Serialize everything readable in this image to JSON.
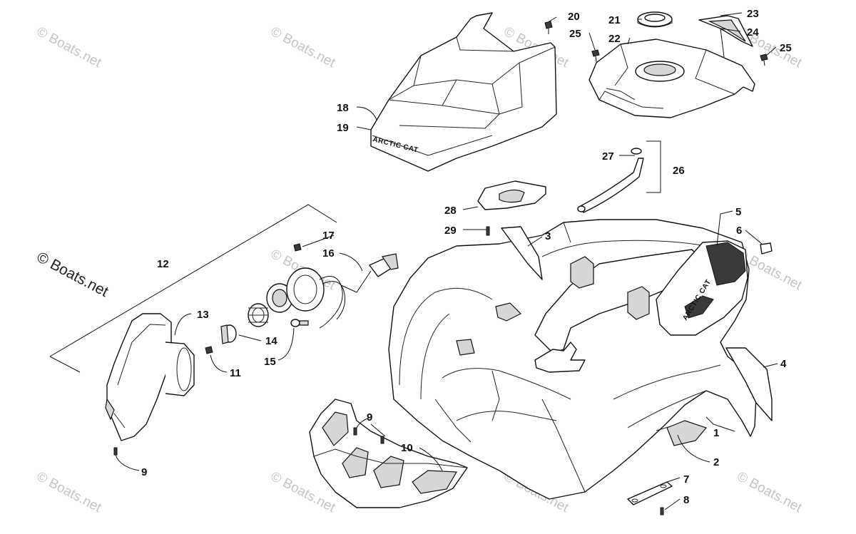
{
  "watermark": {
    "text": "© Boats.net"
  },
  "brand_marks": {
    "seat": "ARCTIC CAT",
    "fender": "ARCTIC CAT"
  },
  "callouts": {
    "c1": "1",
    "c2": "2",
    "c3": "3",
    "c4": "4",
    "c5": "5",
    "c6": "6",
    "c7": "7",
    "c8": "8",
    "c9a": "9",
    "c9b": "9",
    "c10": "10",
    "c11": "11",
    "c12": "12",
    "c13": "13",
    "c14": "14",
    "c15": "15",
    "c16": "16",
    "c17": "17",
    "c18": "18",
    "c19": "19",
    "c20": "20",
    "c21": "21",
    "c22": "22",
    "c23": "23",
    "c24": "24",
    "c25a": "25",
    "c25b": "25",
    "c26": "26",
    "c27": "27",
    "c28": "28",
    "c29": "29"
  }
}
